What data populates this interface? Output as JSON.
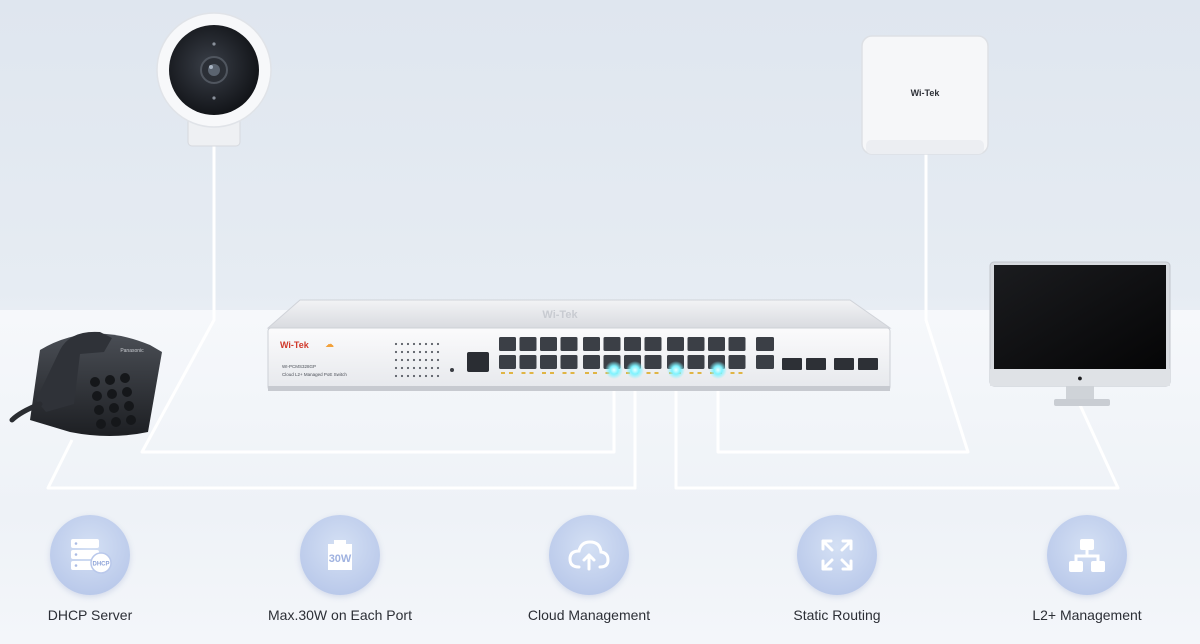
{
  "switch": {
    "brand": "Wi-Tek",
    "model": "WI-PCMS328GP",
    "description": "Cloud L2+ Managed PoE Switch",
    "top_brand": "Wi-Tek"
  },
  "access_point": {
    "brand": "Wi-Tek"
  },
  "phone": {
    "brand": "Panasonic"
  },
  "feature_icons": {
    "dhcp_badge": "DHCP",
    "power_badge": "30W"
  },
  "features": [
    {
      "label": "DHCP Server",
      "icon": "dhcp-server-icon"
    },
    {
      "label": "Max.30W on Each Port",
      "icon": "power-30w-icon"
    },
    {
      "label": "Cloud Management",
      "icon": "cloud-sync-icon"
    },
    {
      "label": "Static Routing",
      "icon": "arrows-expand-icon"
    },
    {
      "label": "L2+ Management",
      "icon": "network-hierarchy-icon"
    }
  ],
  "colors": {
    "icon_circle": "#c3d1ee",
    "cable": "#ffffff",
    "port_led": "#7ff3ff"
  }
}
